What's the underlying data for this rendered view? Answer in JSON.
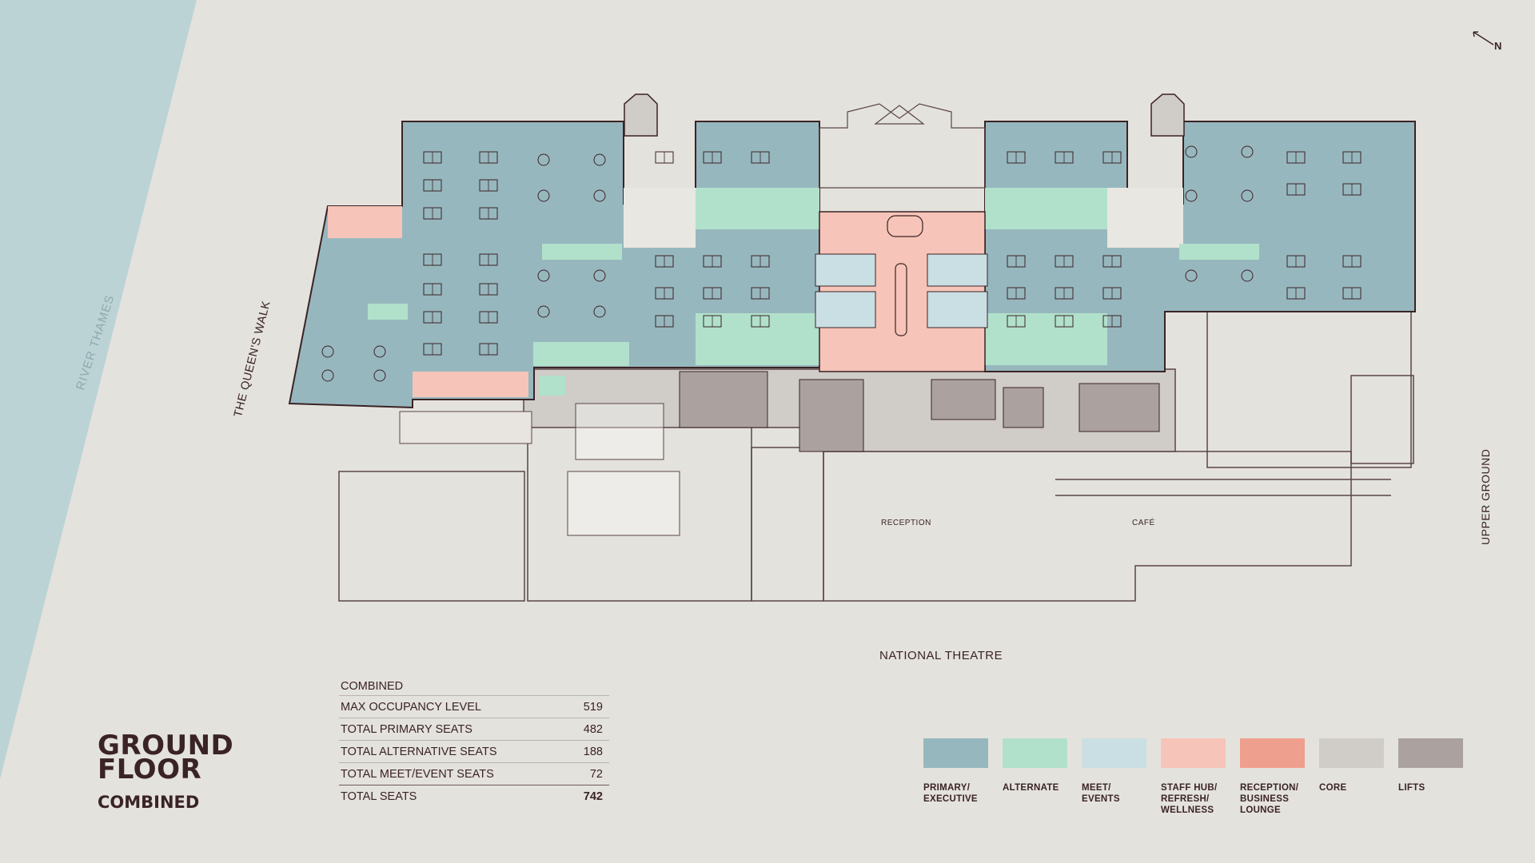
{
  "labels": {
    "river": "RIVER THAMES",
    "walk": "THE QUEEN'S WALK",
    "upper_ground": "UPPER GROUND",
    "national_theatre": "NATIONAL THEATRE",
    "reception": "RECEPTION",
    "cafe": "CAFÉ",
    "north": "N"
  },
  "title": {
    "line1": "GROUND",
    "line2": "FLOOR",
    "subtitle": "COMBINED"
  },
  "stats": {
    "heading": "COMBINED",
    "rows": [
      {
        "label": "MAX OCCUPANCY LEVEL",
        "value": "519"
      },
      {
        "label": "TOTAL PRIMARY SEATS",
        "value": "482"
      },
      {
        "label": "TOTAL ALTERNATIVE SEATS",
        "value": "188"
      },
      {
        "label": "TOTAL MEET/EVENT SEATS",
        "value": "72"
      }
    ],
    "total": {
      "label": "TOTAL SEATS",
      "value": "742"
    }
  },
  "legend": [
    {
      "label": "PRIMARY/\nEXECUTIVE",
      "color": "#97b7be"
    },
    {
      "label": "ALTERNATE",
      "color": "#b1e1cb"
    },
    {
      "label": "MEET/\nEVENTS",
      "color": "#cadfe3"
    },
    {
      "label": "STAFF HUB/\nREFRESH/\nWELLNESS",
      "color": "#f6c4b8"
    },
    {
      "label": "RECEPTION/\nBUSINESS\nLOUNGE",
      "color": "#ef9f8d"
    },
    {
      "label": "CORE",
      "color": "#d0ccc7"
    },
    {
      "label": "LIFTS",
      "color": "#aba29f"
    }
  ],
  "colors": {
    "background": "#e4e2dd",
    "river": "#bcd3d6",
    "walls": "#3a2326"
  }
}
